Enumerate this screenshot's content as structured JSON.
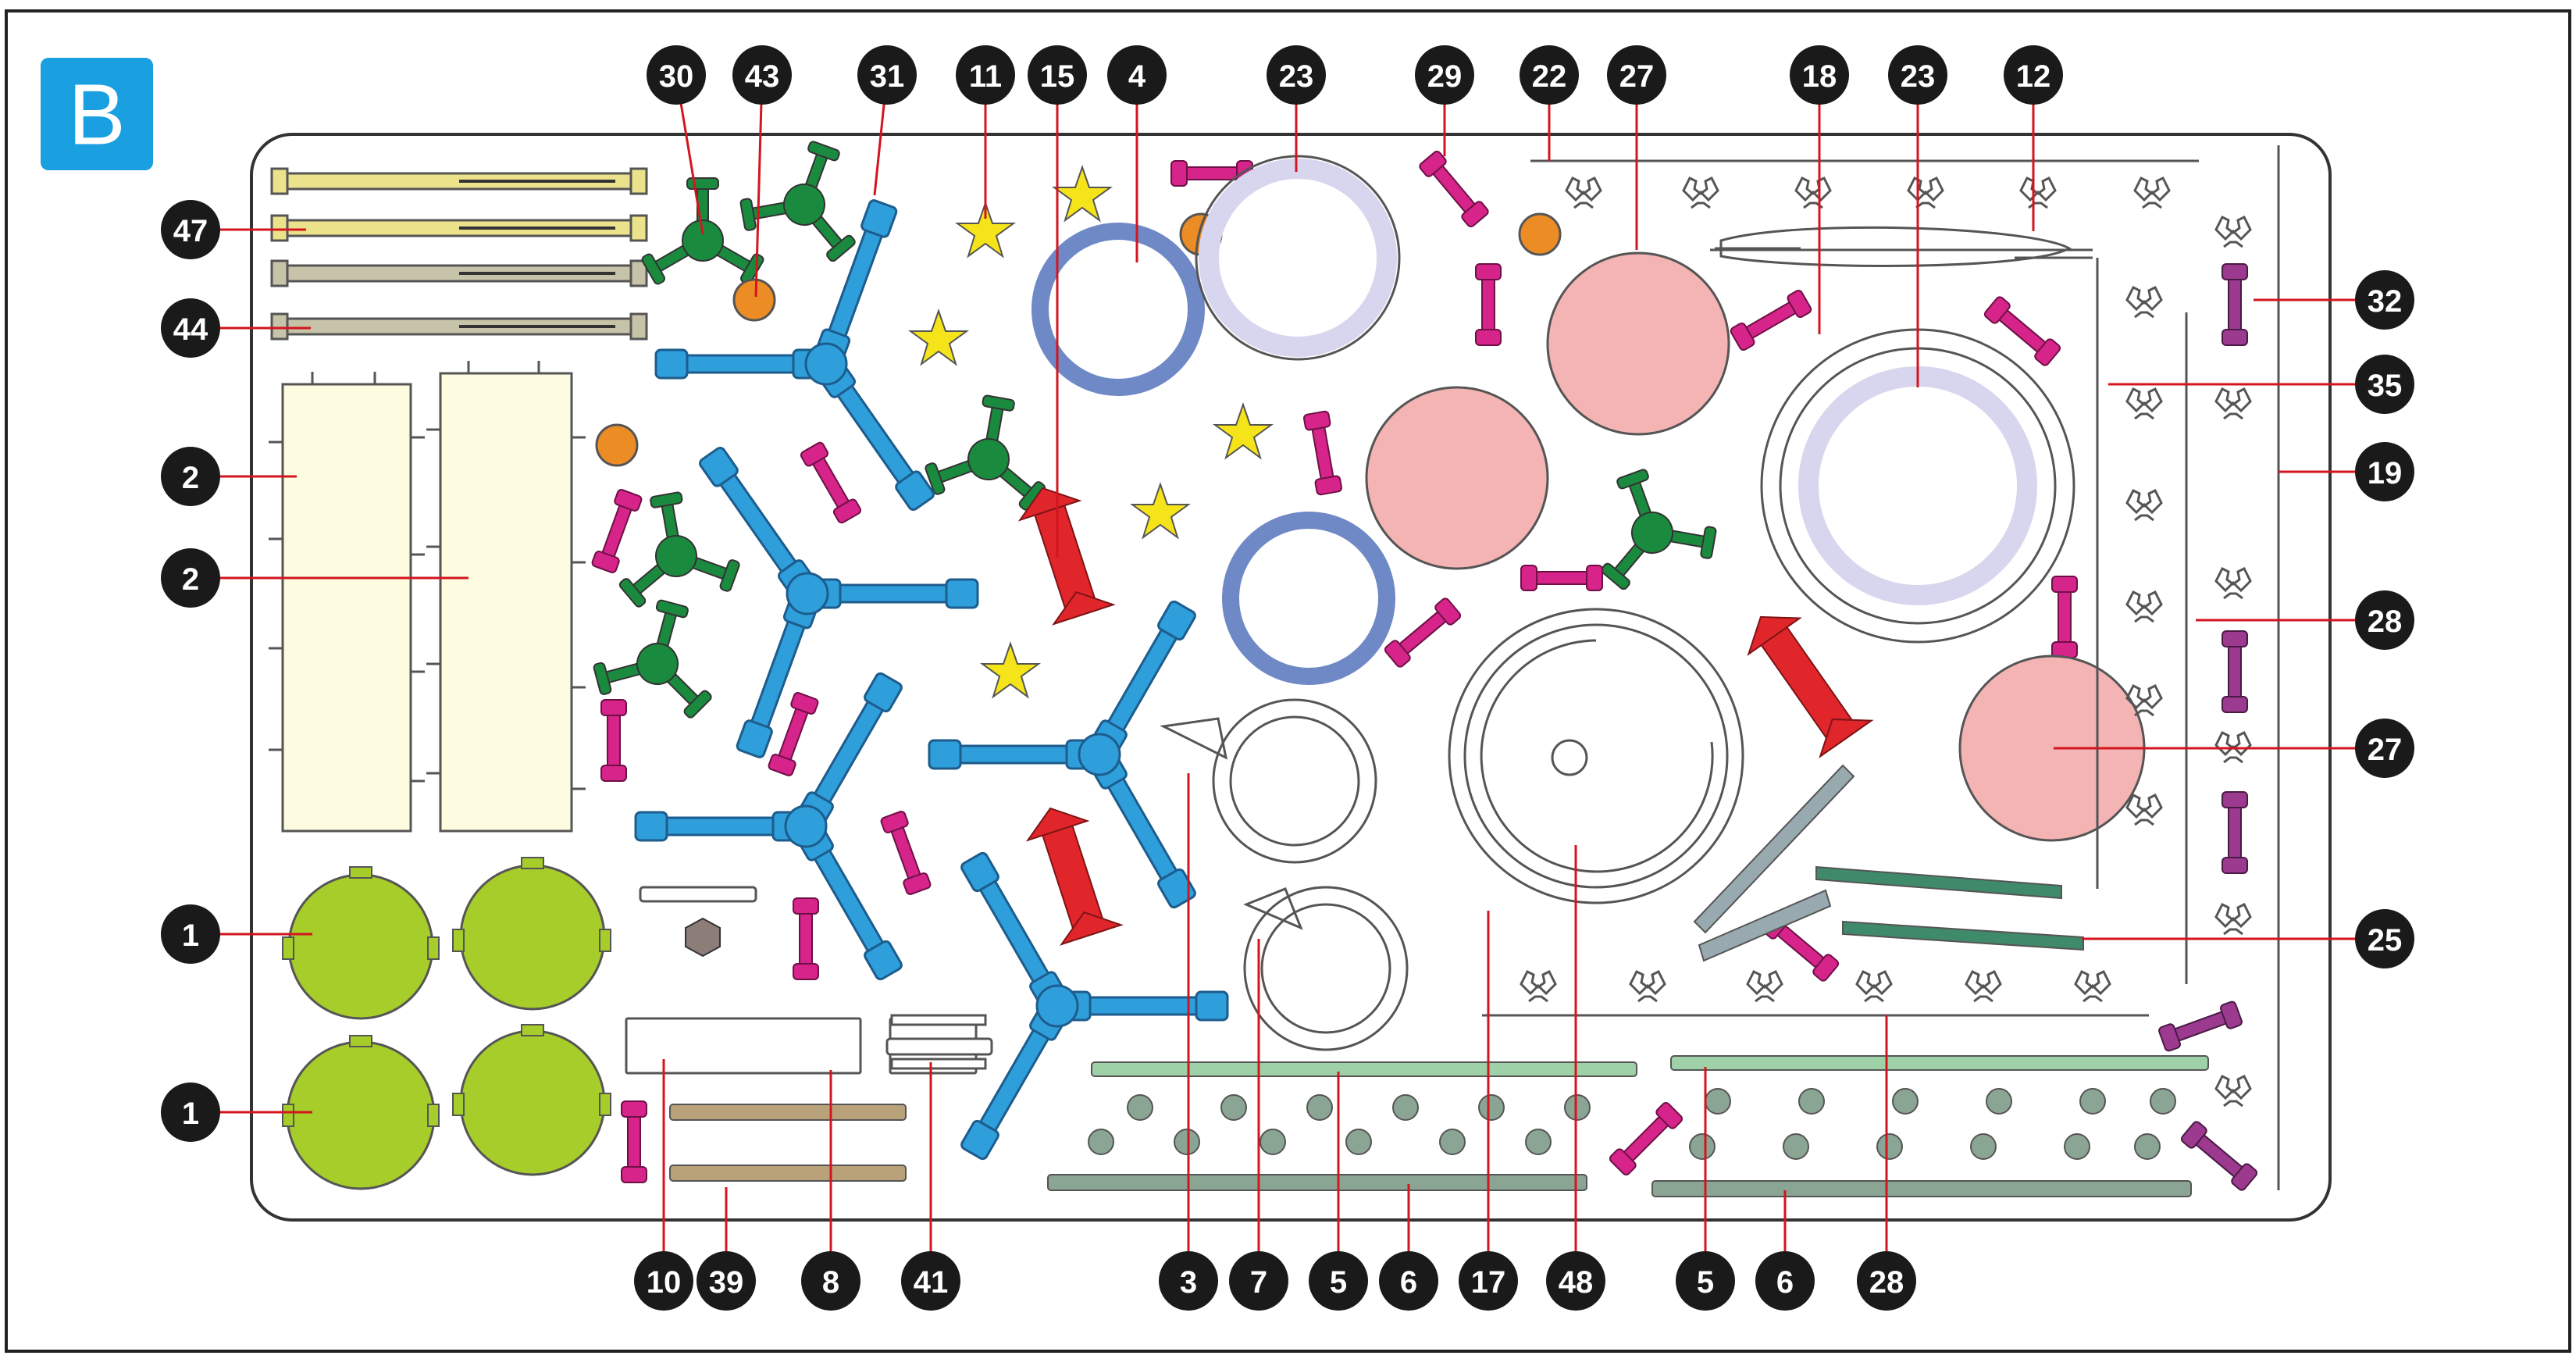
{
  "panel": {
    "label": "B",
    "badge_color": "#1a9fe0"
  },
  "colors": {
    "lime": "#a6cd2a",
    "cream": "#fefce0",
    "blue": "#2e9fdb",
    "green": "#1a8a3e",
    "yellow": "#f5e41a",
    "red": "#e0262a",
    "pink": "#f3b4b3",
    "magenta": "#d6248a",
    "orange": "#ec8c24",
    "lavender": "#d7d6ee",
    "slate": "#6f88c6",
    "sage": "#9fd1a8",
    "darksage": "#8ba594",
    "teal": "#3e8a6a",
    "greyblue": "#98a9b0",
    "tan": "#b9a27a",
    "sand": "#ece28c",
    "greybeige": "#c7c3a9",
    "purple": "#9b3a8e"
  },
  "callouts": [
    {
      "id": "c30",
      "label": "30"
    },
    {
      "id": "c43",
      "label": "43"
    },
    {
      "id": "c31",
      "label": "31"
    },
    {
      "id": "c11",
      "label": "11"
    },
    {
      "id": "c15",
      "label": "15"
    },
    {
      "id": "c4",
      "label": "4"
    },
    {
      "id": "c23a",
      "label": "23"
    },
    {
      "id": "c29",
      "label": "29"
    },
    {
      "id": "c22",
      "label": "22"
    },
    {
      "id": "c27a",
      "label": "27"
    },
    {
      "id": "c18",
      "label": "18"
    },
    {
      "id": "c23b",
      "label": "23"
    },
    {
      "id": "c12",
      "label": "12"
    },
    {
      "id": "c47",
      "label": "47"
    },
    {
      "id": "c44",
      "label": "44"
    },
    {
      "id": "c2a",
      "label": "2"
    },
    {
      "id": "c2b",
      "label": "2"
    },
    {
      "id": "c1a",
      "label": "1"
    },
    {
      "id": "c1b",
      "label": "1"
    },
    {
      "id": "c32",
      "label": "32"
    },
    {
      "id": "c35",
      "label": "35"
    },
    {
      "id": "c19",
      "label": "19"
    },
    {
      "id": "c28a",
      "label": "28"
    },
    {
      "id": "c27b",
      "label": "27"
    },
    {
      "id": "c25",
      "label": "25"
    },
    {
      "id": "c10",
      "label": "10"
    },
    {
      "id": "c39",
      "label": "39"
    },
    {
      "id": "c8",
      "label": "8"
    },
    {
      "id": "c41",
      "label": "41"
    },
    {
      "id": "c3",
      "label": "3"
    },
    {
      "id": "c7",
      "label": "7"
    },
    {
      "id": "c5a",
      "label": "5"
    },
    {
      "id": "c6a",
      "label": "6"
    },
    {
      "id": "c17",
      "label": "17"
    },
    {
      "id": "c48",
      "label": "48"
    },
    {
      "id": "c5b",
      "label": "5"
    },
    {
      "id": "c6b",
      "label": "6"
    },
    {
      "id": "c28b",
      "label": "28"
    }
  ]
}
